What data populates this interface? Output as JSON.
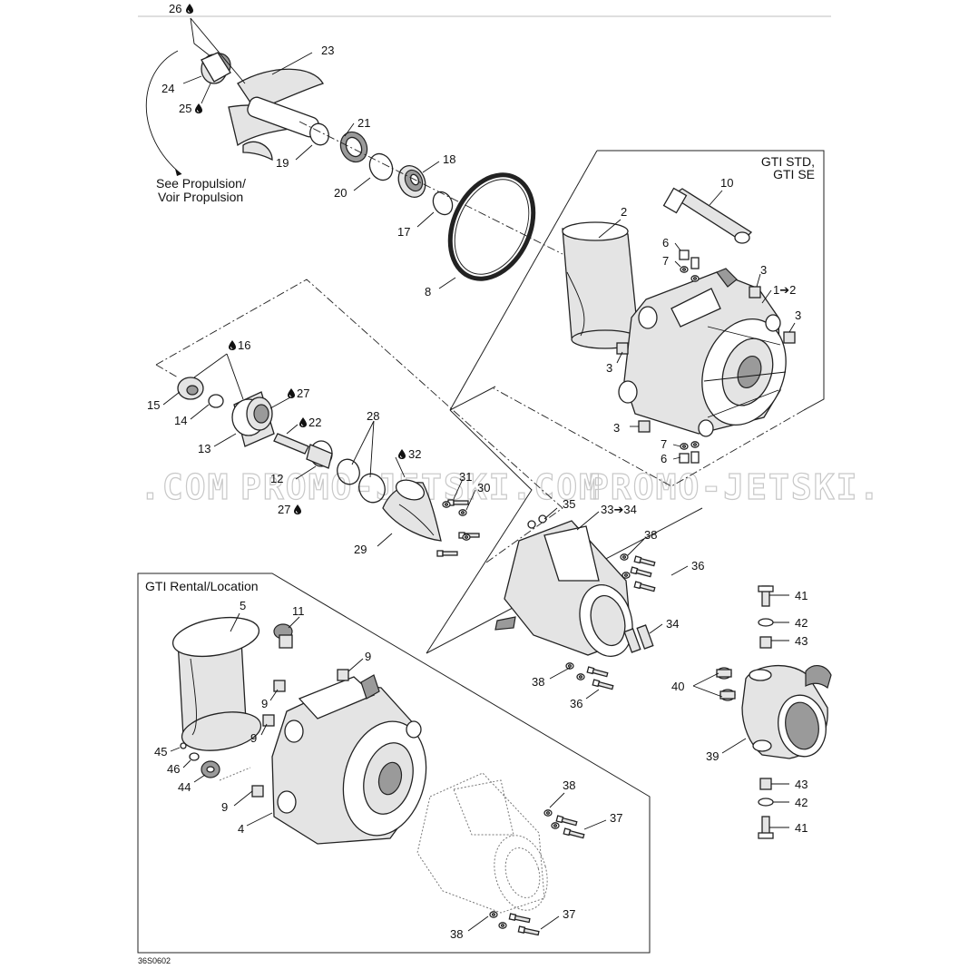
{
  "frames": {
    "gti_std": "GTI STD,",
    "gti_se": "GTI SE",
    "gti_rental": "GTI Rental/Location"
  },
  "note": {
    "line1": "See Propulsion/",
    "line2": "Voir Propulsion"
  },
  "drawing_code": "36S0602",
  "watermark": {
    "left": ".COM",
    "center": "PROMO-JETSKI.COM",
    "right": "PROMO-JETSKI."
  },
  "callouts": {
    "c26": "26",
    "c23": "23",
    "c24": "24",
    "c25": "25",
    "c21": "21",
    "c19": "19",
    "c18": "18",
    "c20": "20",
    "c17": "17",
    "c8": "8",
    "c2": "2",
    "c10": "10",
    "c6a": "6",
    "c7a": "7",
    "c3a": "3",
    "c1to2": "1➔2",
    "c3b": "3",
    "c3c": "3",
    "c3d": "3",
    "c7b": "7",
    "c6b": "6",
    "c16": "16",
    "c15": "15",
    "c14": "14",
    "c27a": "27",
    "c22": "22",
    "c13": "13",
    "c28": "28",
    "c32": "32",
    "c12": "12",
    "c31": "31",
    "c30": "30",
    "c27b": "27",
    "c29": "29",
    "c35": "35",
    "c33to34": "33➔34",
    "c38a": "38",
    "c36a": "36",
    "c34": "34",
    "c38b": "38",
    "c36b": "36",
    "c41a": "41",
    "c42a": "42",
    "c43a": "43",
    "c40": "40",
    "c39": "39",
    "c43b": "43",
    "c42b": "42",
    "c41b": "41",
    "c5": "5",
    "c11": "11",
    "c9a": "9",
    "c9b": "9",
    "c9c": "9",
    "c9d": "9",
    "c45": "45",
    "c46": "46",
    "c44": "44",
    "c4": "4",
    "c38c": "38",
    "c37a": "37",
    "c38d": "38",
    "c37b": "37"
  },
  "icons": {
    "lubricant": "oil-drop-icon"
  }
}
